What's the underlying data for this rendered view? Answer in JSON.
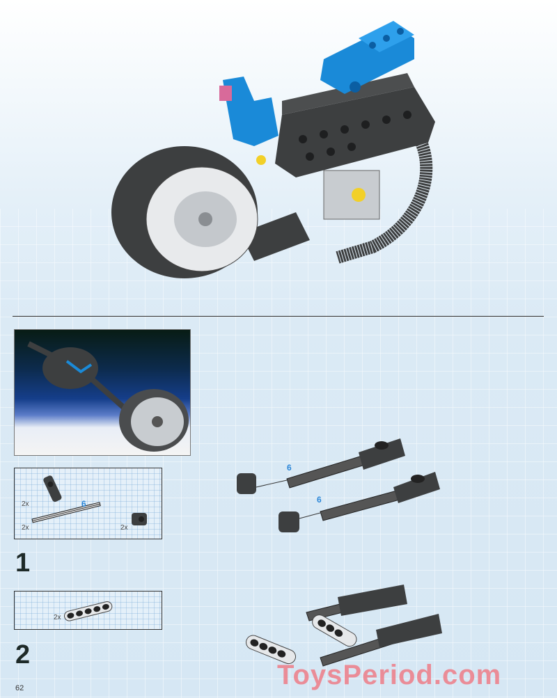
{
  "page": {
    "page_number": "62",
    "watermark": "ToysPeriod.com"
  },
  "colors": {
    "background": "#dcebf6",
    "brick_blue": "#1a8ad8",
    "brick_dark_gray": "#3d3f40",
    "length_label": "#2a86d8",
    "watermark": "#f06e78"
  },
  "top_model": {
    "description": "completed motorcycle sub-assembly",
    "icon": "lego-motorcycle-illustration"
  },
  "photo_inset": {
    "description": "photo of front fork assembly with wheel",
    "icon": "photo-front-fork"
  },
  "steps": [
    {
      "number": "1",
      "parts": [
        {
          "qty": "2x",
          "part": "axle-joiner-perpendicular"
        },
        {
          "qty": "2x",
          "part": "axle",
          "length": "6"
        },
        {
          "qty": "2x",
          "part": "axle-pin-connector"
        }
      ],
      "assembly_labels": [
        "6",
        "6"
      ]
    },
    {
      "number": "2",
      "parts": [
        {
          "qty": "2x",
          "part": "liftarm-thin-1x5"
        }
      ]
    }
  ]
}
